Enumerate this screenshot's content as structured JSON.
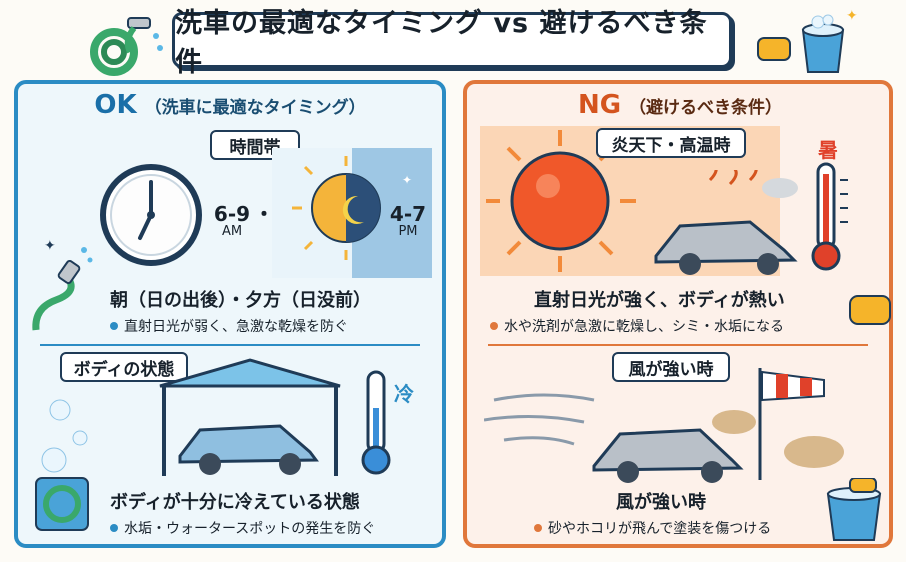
{
  "title": "洗車の最適なタイミング vs 避けるべき条件",
  "ok": {
    "label": "OK",
    "sublabel": "（洗車に最適なタイミング）",
    "section1": {
      "tag": "時間帯",
      "morning_time": "6-9",
      "morning_ampm": "AM",
      "separator": "・",
      "evening_time": "4-7",
      "evening_ampm": "PM",
      "main_text": "朝（日の出後）・夕方（日没前）",
      "sub_text": "直射日光が弱く、急激な乾燥を防ぐ"
    },
    "section2": {
      "tag": "ボディの状態",
      "thermo_label": "冷",
      "main_text": "ボディが十分に冷えている状態",
      "sub_text": "水垢・ウォータースポットの発生を防ぐ"
    }
  },
  "ng": {
    "label": "NG",
    "sublabel": "（避けるべき条件）",
    "section1": {
      "tag": "炎天下・高温時",
      "thermo_label": "暑",
      "main_text": "直射日光が強く、ボディが熱い",
      "sub_text": "水や洗剤が急激に乾燥し、シミ・水垢になる"
    },
    "section2": {
      "tag": "風が強い時",
      "main_text": "風が強い時",
      "sub_text": "砂やホコリが飛んで塗装を傷つける"
    }
  },
  "colors": {
    "ok_accent": "#2b8cc4",
    "ng_accent": "#e0773b",
    "outline": "#1f3b57"
  }
}
